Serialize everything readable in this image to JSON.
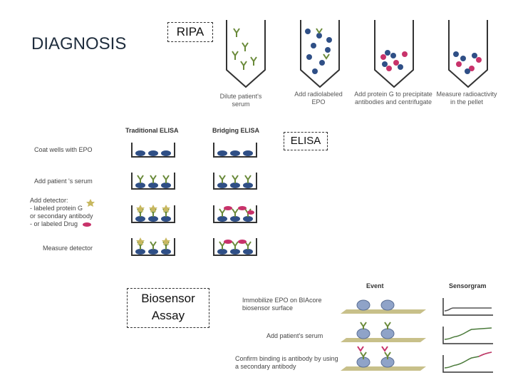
{
  "title": "DIAGNOSIS",
  "boxes": {
    "ripa": "RIPA",
    "elisa": "ELISA",
    "biosensor": "Biosensor Assay"
  },
  "ripa_steps": [
    "Dilute patient's serum",
    "Add radiolabeled EPO",
    "Add protein G to precipitate antibodies and centrifugate",
    "Measure radioactivity in the pellet"
  ],
  "elisa": {
    "headers": [
      "Traditional ELISA",
      "Bridging ELISA"
    ],
    "steps": [
      "Coat wells with EPO",
      "Add patient 's serum",
      "Add detector:",
      "- labeled protein G",
      "or secondary antibody",
      "- or labeled Drug",
      "Measure detector"
    ]
  },
  "biosensor": {
    "headers": [
      "Event",
      "Sensorgram"
    ],
    "steps": [
      "Immobilize EPO on BIAcore biosensor surface",
      "Add patient's serum",
      "Confirm binding is antibody by using a secondary antibody"
    ]
  },
  "colors": {
    "epo": "#2f4f86",
    "antibody": "#6a8a3a",
    "label": "#c8326a",
    "chip": "#c8c08a",
    "bead": "#8fa3c8"
  }
}
